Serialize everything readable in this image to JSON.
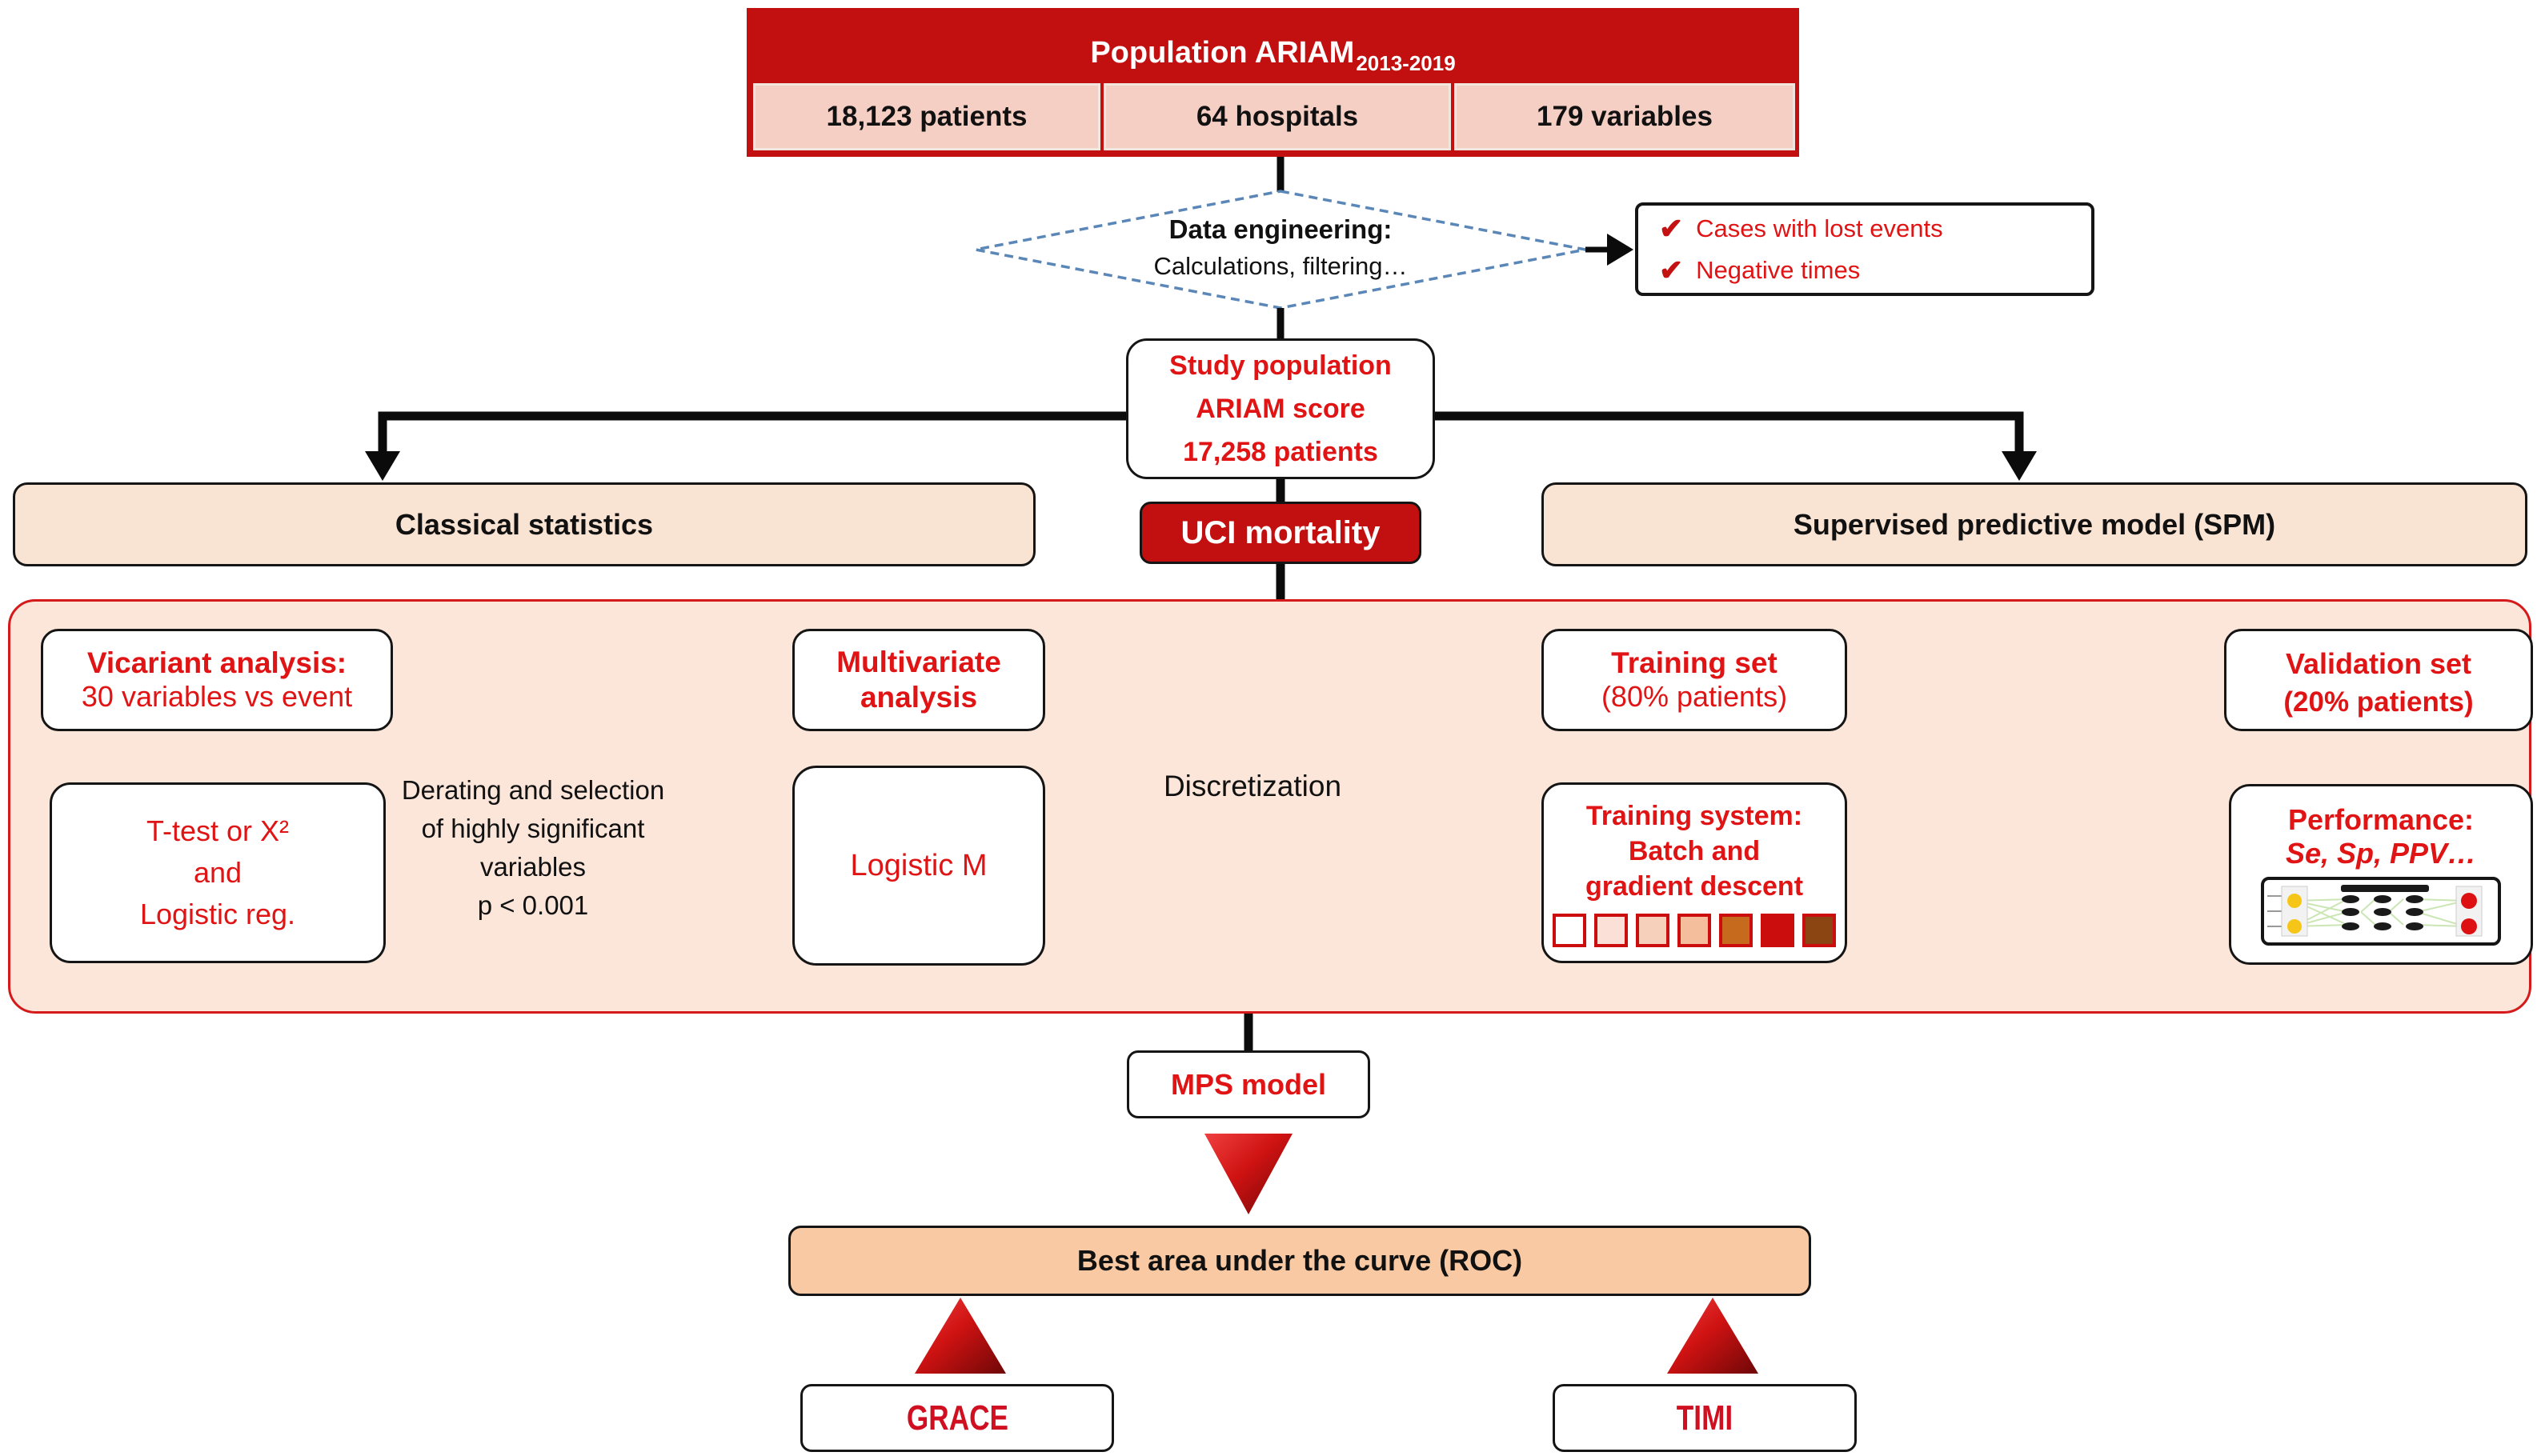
{
  "colors": {
    "dark_red": "#C20F0F",
    "pink_stat_box": "#F6CFC4",
    "peach_bar": "#F9E3D3",
    "container_fill": "#FBE6D9",
    "container_border": "#D41A1A",
    "roc_bar": "#F8C9A2",
    "red_text": "#E01414",
    "diamond_border": "#5B87B8",
    "triangle_red": "#CF1212"
  },
  "header": {
    "title_main": "Population ARIAM",
    "title_sub": "2013-2019",
    "stats": [
      "18,123 patients",
      "64 hospitals",
      "179 variables"
    ]
  },
  "diamond": {
    "title": "Data engineering:",
    "subtitle": "Calculations, filtering…"
  },
  "exclusions": {
    "check": "✔",
    "items": [
      "Cases with lost events",
      "Negative times"
    ]
  },
  "study_population": {
    "lines": [
      "Study population",
      "ARIAM score",
      "17,258 patients"
    ]
  },
  "branches": {
    "left": "Classical statistics",
    "center": "UCI mortality",
    "right": "Supervised predictive model (SPM)"
  },
  "pipeline": {
    "vicariant": {
      "title": "Vicariant analysis:",
      "subtitle": "30 variables vs event"
    },
    "ttest": {
      "lines": [
        "T-test or X²",
        "and",
        "Logistic reg."
      ]
    },
    "derating": {
      "lines": [
        "Derating and selection",
        "of highly significant",
        "variables",
        "p < 0.001"
      ]
    },
    "multivariate": {
      "title": "Multivariate analysis"
    },
    "logistic": {
      "label": "Logistic M"
    },
    "discretization": {
      "label": "Discretization"
    },
    "training_set": {
      "title": "Training set",
      "subtitle": "(80% patients)"
    },
    "training_system": {
      "lines": [
        "Training system:",
        "Batch and",
        "gradient descent"
      ],
      "gradient_squares": [
        "#FFFFFF",
        "#FAE0D6",
        "#F7D0BC",
        "#F4BE9C",
        "#C66A1E",
        "#CC0D0D",
        "#8B4513"
      ]
    },
    "validation_set": {
      "title": "Validation set",
      "subtitle": "(20% patients)"
    },
    "performance": {
      "title": "Performance:",
      "subtitle": "Se, Sp, PPV…"
    }
  },
  "output": {
    "mps": "MPS model",
    "roc": "Best area under the curve (ROC)",
    "grace": "GRACE",
    "timi": "TIMI"
  }
}
